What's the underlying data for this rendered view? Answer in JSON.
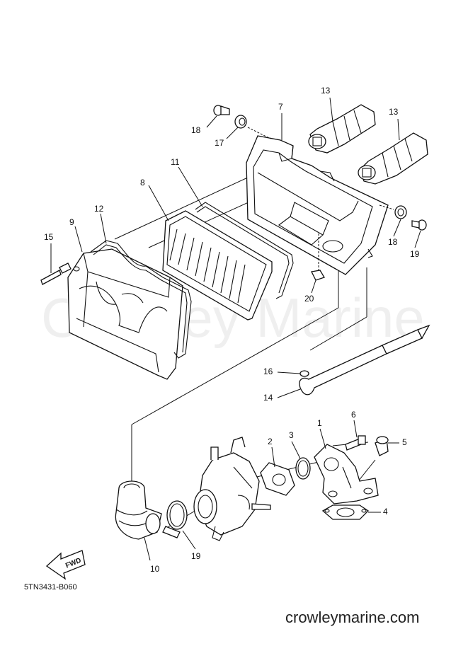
{
  "diagram": {
    "callouts": [
      {
        "id": "c1",
        "label": "1"
      },
      {
        "id": "c2",
        "label": "2"
      },
      {
        "id": "c3",
        "label": "3"
      },
      {
        "id": "c4",
        "label": "4"
      },
      {
        "id": "c5",
        "label": "5"
      },
      {
        "id": "c6",
        "label": "6"
      },
      {
        "id": "c7",
        "label": "7"
      },
      {
        "id": "c8",
        "label": "8"
      },
      {
        "id": "c9",
        "label": "9"
      },
      {
        "id": "c10",
        "label": "10"
      },
      {
        "id": "c11",
        "label": "11"
      },
      {
        "id": "c12",
        "label": "12"
      },
      {
        "id": "c13a",
        "label": "13"
      },
      {
        "id": "c13b",
        "label": "13"
      },
      {
        "id": "c14",
        "label": "14"
      },
      {
        "id": "c15",
        "label": "15"
      },
      {
        "id": "c16",
        "label": "16"
      },
      {
        "id": "c17",
        "label": "17"
      },
      {
        "id": "c18a",
        "label": "18"
      },
      {
        "id": "c18b",
        "label": "18"
      },
      {
        "id": "c19a",
        "label": "19"
      },
      {
        "id": "c19b",
        "label": "19"
      },
      {
        "id": "c20",
        "label": "20"
      }
    ],
    "fwd_label": "FWD",
    "diagram_code": "5TN3431-B060",
    "watermark": "Crowley Marine",
    "site": "crowleymarine.com"
  }
}
